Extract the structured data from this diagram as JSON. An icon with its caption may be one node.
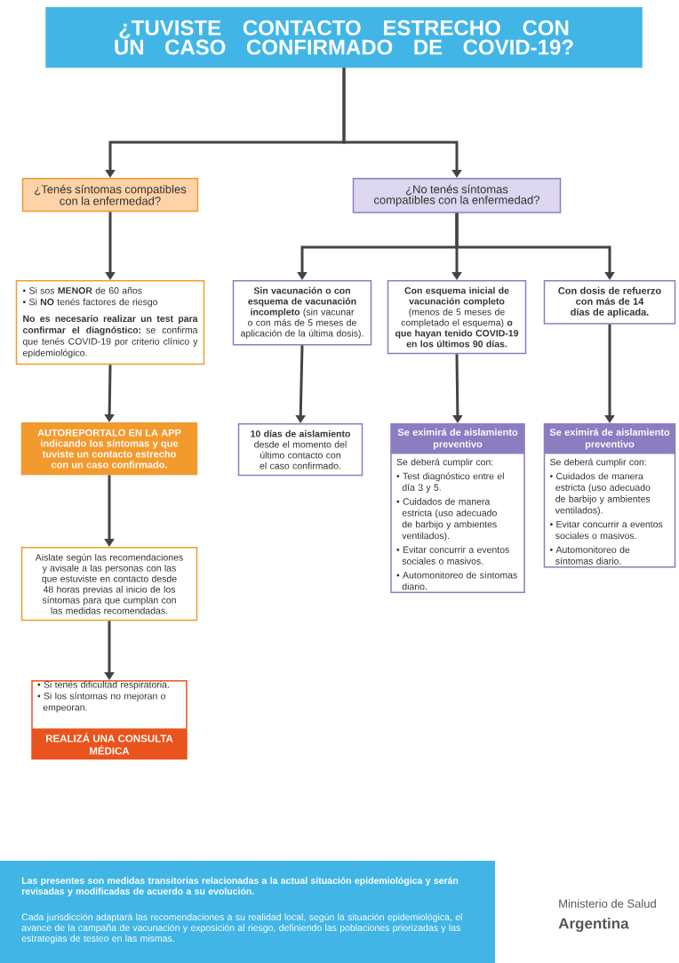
{
  "diagram": {
    "nodes": [
      {
        "text": [
          "¿TUVISTE CONTACTO ESTRECHO CON UN CASO CONFIRMADO DE COVID-19?"
        ]
      },
      {
        "text": [
          "¿Tenés síntomas compatibles con la enfermedad?"
        ]
      },
      {
        "text": [
          "¿No tenés síntomas compatibles con la enfermedad?"
        ]
      },
      {
        "text": [
          "• Si sos **MENOR** de 60 años",
          "• Si **NO** tenés factores de riesgo",
          "**No es necesario realizar un test para confirmar el diagnóstico:** se confirma que tenés COVID-19 por criterio clínico y epidemiológico."
        ]
      },
      {
        "text": [
          "**AUTOREPORTALO EN LA APP** indicando los síntomas y que tuviste un contacto estrecho con un caso confirmado."
        ]
      },
      {
        "text": [
          "Aislate según las recomendaciones y avisale a las personas con las que estuviste en contacto desde 48 horas previas al inicio de los síntomas para que cumplan con las medidas recomendadas."
        ]
      },
      {
        "text": [
          "• Si tenés dificultad respiratoria.",
          "• Si los síntomas no mejoran o empeoran.",
          "REALIZÁ UNA CONSULTA MÉDICA"
        ]
      },
      {
        "text": [
          "**Sin vacunación o con esquema de vacunación incompleto** (sin vacunar o con más de 5 meses de aplicación de la última dosis)."
        ]
      },
      {
        "text": [
          "**Con esquema inicial de vacunación completo** (menos de 5 meses de completado el esquema) **o que hayan tenido COVID-19 en los últimos 90 días.**"
        ]
      },
      {
        "text": [
          "Con dosis de refuerzo con más de 14 días de aplicada."
        ]
      },
      {
        "text": [
          "**10 días de aislamiento** desde el momento del último contacto con el caso confirmado."
        ]
      },
      {
        "text": [
          "Se eximirá de aislamiento preventivo",
          "Se deberá cumplir con:",
          "• Test diagnóstico entre el día 3 y 5.",
          "• Cuidados de manera estricta (uso adecuado de barbijo y ambientes ventilados).",
          "• Evitar concurrir a eventos sociales o masivos.",
          "• Automonitoreo de síntomas diario."
        ]
      },
      {
        "text": [
          "Se eximirá de aislamiento preventivo",
          "Se deberá cumplir con:",
          "• Cuidados de manera estricta (uso adecuado de barbijo y ambientes ventilados).",
          "• Evitar concurrir a eventos sociales o masivos.",
          "• Automonitoreo de síntomas diario."
        ]
      }
    ],
    "edges": [
      {
        "from": 0,
        "to": 1,
        "arrow": "to"
      },
      {
        "from": 0,
        "to": 2,
        "arrow": "to"
      },
      {
        "from": 1,
        "to": 3,
        "arrow": "to"
      },
      {
        "from": 3,
        "to": 4,
        "arrow": "to"
      },
      {
        "from": 4,
        "to": 5,
        "arrow": "to"
      },
      {
        "from": 5,
        "to": 6,
        "arrow": "to"
      },
      {
        "from": 2,
        "to": 7,
        "arrow": "to"
      },
      {
        "from": 2,
        "to": 8,
        "arrow": "to"
      },
      {
        "from": 2,
        "to": 9,
        "arrow": "to"
      },
      {
        "from": 7,
        "to": 10,
        "arrow": "to"
      },
      {
        "from": 8,
        "to": 11,
        "arrow": "to"
      },
      {
        "from": 9,
        "to": 12,
        "arrow": "to"
      }
    ],
    "labels": [
      "Las presentes son medidas transitorias relacionadas a la actual situación epidemiológica y serán revisadas y modificadas de acuerdo a su evolución.",
      "Cada jurisdicción adaptará las recomendaciones a su realidad local, según la situación epidemiológica, el avance de la campaña de vacunación y exposición al riesgo, definiendo las poblaciones priorizadas y las estrategias de testeo en las mismas.",
      "Ministerio de Salud",
      "Argentina"
    ]
  }
}
